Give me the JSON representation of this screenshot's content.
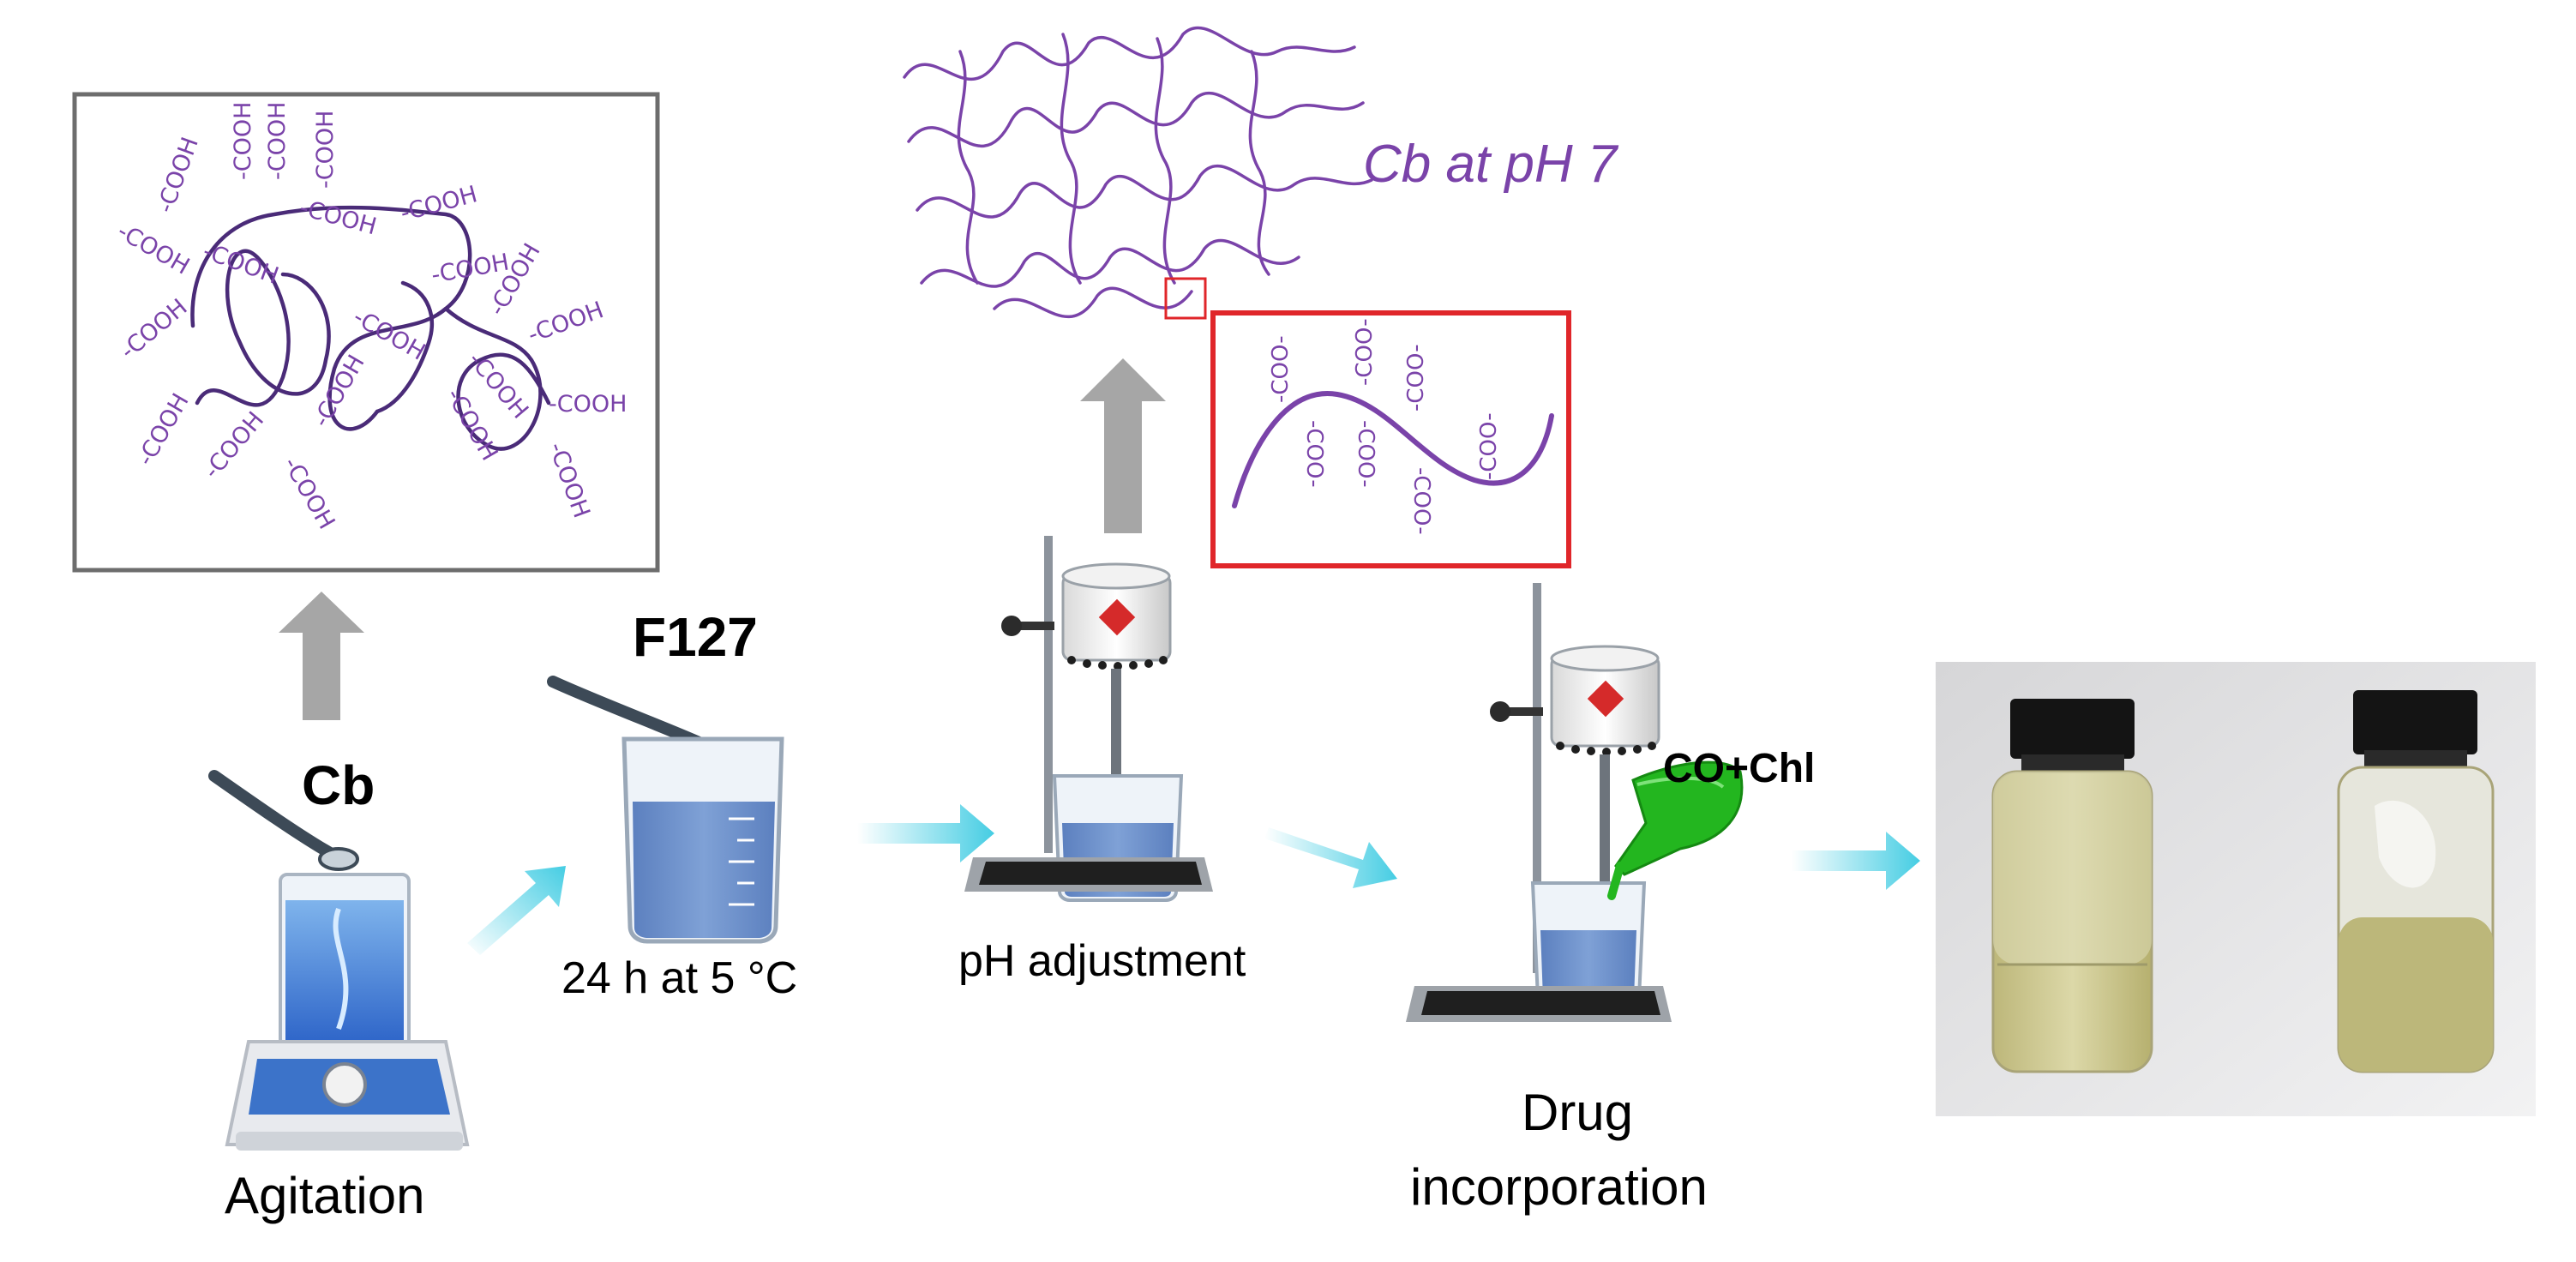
{
  "labels": {
    "cb": "Cb",
    "agitation": "Agitation",
    "f127": "F127",
    "cold_step": "24 h at 5 °C",
    "ph_step": "pH adjustment",
    "cb_ph7": "Cb at pH 7",
    "co_chl": "CO+Chl",
    "drug_line1": "Drug",
    "drug_line2": "incorporation"
  },
  "groups": {
    "cooh": "-COOH",
    "coo": "-COO-"
  },
  "colors": {
    "purple": "#7a43a9",
    "red_box": "#e0262a",
    "gray_box": "#6d6d6d",
    "gray_arrow": "#a6a6a6",
    "cyan_arrow": "#45cde3",
    "blue_liquid": "#5f86c4",
    "green_funnel": "#23b61f",
    "gel_yellow": "#cdc890"
  },
  "icons": [
    "spatula-icon",
    "magnetic-stirrer-icon",
    "beaker-icon",
    "overhead-stirrer-icon",
    "funnel-icon",
    "vial-icon"
  ]
}
